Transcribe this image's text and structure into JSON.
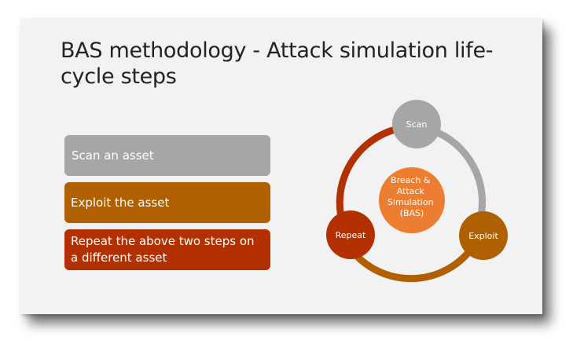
{
  "slide": {
    "title": "BAS methodology - Attack simulation life-cycle steps"
  },
  "steps": [
    {
      "label": "Scan an asset",
      "color": "#a6a6a6"
    },
    {
      "label": "Exploit the asset",
      "color": "#b06000"
    },
    {
      "label": "Repeat the above two steps on a different asset",
      "color": "#b33000"
    }
  ],
  "cycle": {
    "center_lines": [
      "Breach &",
      "Attack",
      "Simulation",
      "(BAS)"
    ],
    "center_color": "#ed7d31",
    "nodes": [
      {
        "label": "Scan",
        "color": "#a6a6a6"
      },
      {
        "label": "Exploit",
        "color": "#b06000"
      },
      {
        "label": "Repeat",
        "color": "#b33000"
      }
    ]
  }
}
